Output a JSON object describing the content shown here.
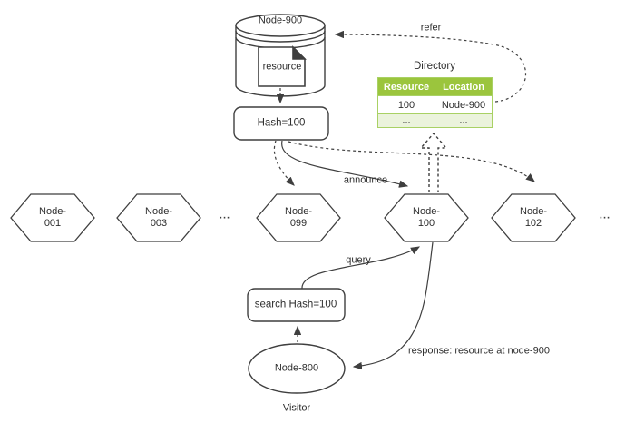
{
  "colors": {
    "background": "#ffffff",
    "stroke": "#3f3f3f",
    "table_header_bg": "#9bc53d",
    "table_border": "#a9d164",
    "table_alt_row_bg": "#ebf3dc",
    "table_header_text": "#ffffff"
  },
  "storage": {
    "title": "Node-900",
    "document_label": "resource"
  },
  "hash_box": {
    "label": "Hash=100"
  },
  "search_box": {
    "label": "search Hash=100"
  },
  "visitor": {
    "node_label": "Node-800",
    "caption": "Visitor"
  },
  "directory": {
    "title": "Directory",
    "columns": [
      "Resource",
      "Location"
    ],
    "rows": [
      [
        "100",
        "Node-900"
      ],
      [
        "...",
        "..."
      ]
    ]
  },
  "ring_nodes": [
    {
      "line1": "Node-",
      "line2": "001"
    },
    {
      "line1": "Node-",
      "line2": "003"
    },
    {
      "line1": "Node-",
      "line2": "099"
    },
    {
      "line1": "Node-",
      "line2": "100"
    },
    {
      "line1": "Node-",
      "line2": "102"
    }
  ],
  "ellipsis_left": "...",
  "ellipsis_right": "...",
  "edge_labels": {
    "refer": "refer",
    "announce": "announce",
    "query": "query",
    "response": "response: resource at node-900"
  }
}
